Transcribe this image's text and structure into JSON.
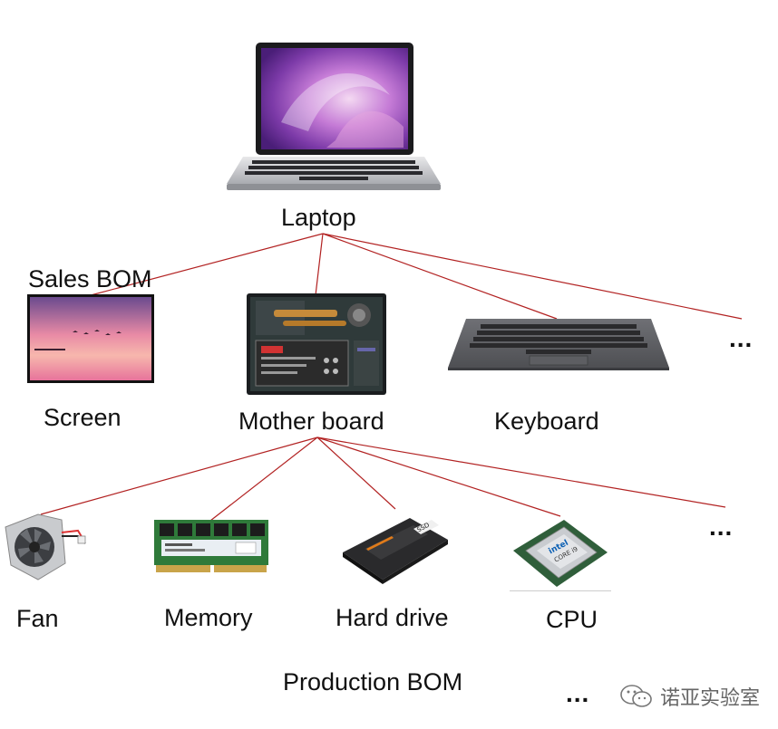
{
  "root": {
    "label": "Laptop"
  },
  "level1": {
    "bom_label": "Sales BOM",
    "items": [
      {
        "label": "Screen"
      },
      {
        "label": "Mother board"
      },
      {
        "label": "Keyboard"
      }
    ],
    "more": "..."
  },
  "level2": {
    "bom_label": "Production BOM",
    "items": [
      {
        "label": "Fan"
      },
      {
        "label": "Memory"
      },
      {
        "label": "Hard drive"
      },
      {
        "label": "CPU"
      }
    ],
    "more": "...",
    "more_bottom": "..."
  },
  "watermark": {
    "text": "诺亚实验室",
    "icon": "wechat-icon"
  },
  "colors": {
    "connector": "#b22222",
    "text": "#111111"
  }
}
